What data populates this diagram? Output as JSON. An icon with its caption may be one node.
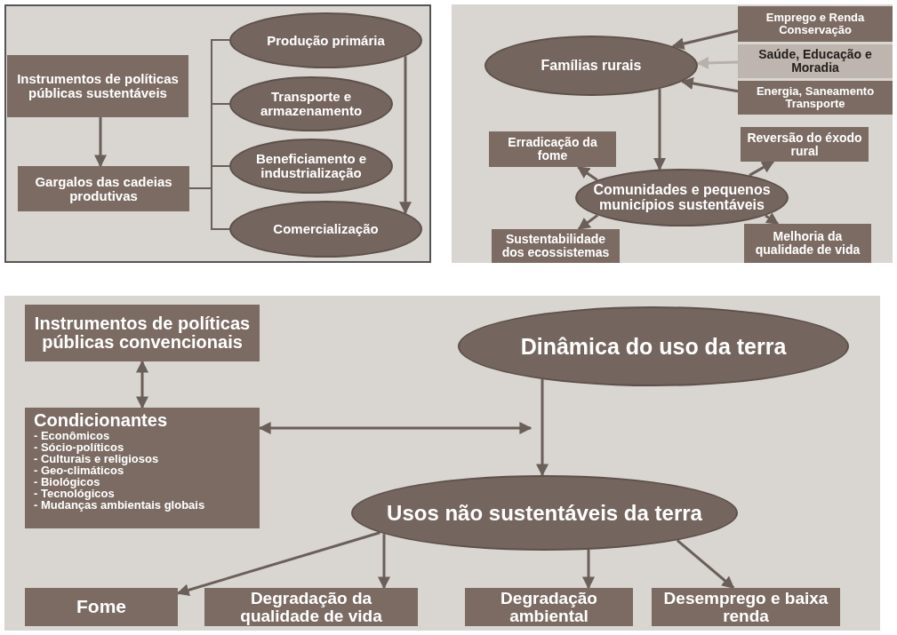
{
  "diagram": {
    "nodes": [
      {
        "text": [
          "Instrumentos de políticas públicas sustentáveis"
        ]
      },
      {
        "text": [
          "Gargalos das cadeias produtivas"
        ]
      },
      {
        "text": [
          "Produção primária"
        ]
      },
      {
        "text": [
          "Transporte e armazenamento"
        ]
      },
      {
        "text": [
          "Beneficiamento e industrialização"
        ]
      },
      {
        "text": [
          "Comercialização"
        ]
      },
      {
        "text": [
          "Famílias rurais"
        ]
      },
      {
        "text": [
          "Emprego e Renda Conservação"
        ]
      },
      {
        "text": [
          "Saúde, Educação e Moradia"
        ]
      },
      {
        "text": [
          "Energia, Saneamento Transporte"
        ]
      },
      {
        "text": [
          "Erradicação da fome"
        ]
      },
      {
        "text": [
          "Reversão do éxodo rural"
        ]
      },
      {
        "text": [
          "Comunidades e pequenos municípios sustentáveis"
        ]
      },
      {
        "text": [
          "Sustentabilidade dos ecossistemas"
        ]
      },
      {
        "text": [
          "Melhoria da qualidade de vida"
        ]
      },
      {
        "text": [
          "Instrumentos de políticas públicas convencionais"
        ]
      },
      {
        "text": [
          "Condicionantes",
          "- Econômicos",
          "- Sócio-políticos",
          "- Culturais e religiosos",
          "- Geo-climáticos",
          "- Biológicos",
          "- Tecnológicos",
          "- Mudanças ambientais globais"
        ]
      },
      {
        "text": [
          "Dinâmica do uso da terra"
        ]
      },
      {
        "text": [
          "Usos não sustentáveis da terra"
        ]
      },
      {
        "text": [
          "Fome"
        ]
      },
      {
        "text": [
          "Degradação da qualidade de vida"
        ]
      },
      {
        "text": [
          "Degradação ambiental"
        ]
      },
      {
        "text": [
          "Desemprego e baixa renda"
        ]
      }
    ],
    "edges": [
      {
        "from": 0,
        "to": 1,
        "arrow": "to"
      },
      {
        "from": 1,
        "to": 2,
        "arrow": "none"
      },
      {
        "from": 1,
        "to": 3,
        "arrow": "none"
      },
      {
        "from": 1,
        "to": 4,
        "arrow": "none"
      },
      {
        "from": 1,
        "to": 5,
        "arrow": "none"
      },
      {
        "from": 2,
        "to": 5,
        "arrow": "to"
      },
      {
        "from": 7,
        "to": 6,
        "arrow": "to"
      },
      {
        "from": 8,
        "to": 6,
        "arrow": "to",
        "color": "#b8b0aa"
      },
      {
        "from": 9,
        "to": 6,
        "arrow": "to"
      },
      {
        "from": 6,
        "to": 12,
        "arrow": "to"
      },
      {
        "from": 12,
        "to": 10,
        "arrow": "to"
      },
      {
        "from": 12,
        "to": 11,
        "arrow": "to"
      },
      {
        "from": 12,
        "to": 13,
        "arrow": "to"
      },
      {
        "from": 12,
        "to": 14,
        "arrow": "to"
      },
      {
        "from": 15,
        "to": 16,
        "arrow": "both"
      },
      {
        "from": 16,
        "to": null,
        "arrow": "both"
      },
      {
        "from": 17,
        "to": 18,
        "arrow": "to"
      },
      {
        "from": 18,
        "to": 19,
        "arrow": "to"
      },
      {
        "from": 18,
        "to": 20,
        "arrow": "to"
      },
      {
        "from": 18,
        "to": 21,
        "arrow": "to"
      },
      {
        "from": 18,
        "to": 22,
        "arrow": "to"
      }
    ]
  }
}
